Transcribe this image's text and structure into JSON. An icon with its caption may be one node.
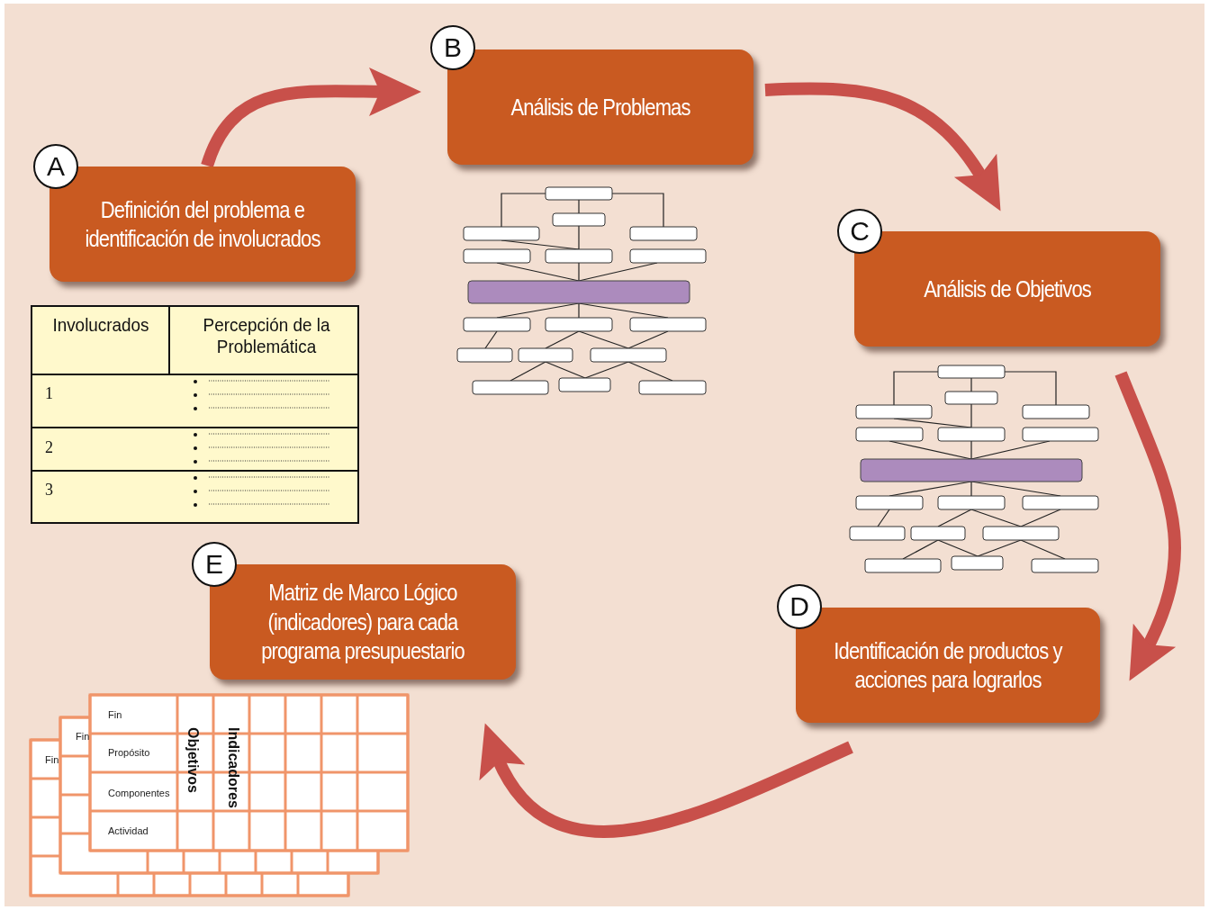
{
  "diagram": {
    "nodes": [
      {
        "text": [
          "A",
          "Definición del problema e identificación de involucrados"
        ]
      },
      {
        "text": [
          "B",
          "Análisis de Problemas"
        ]
      },
      {
        "text": [
          "C",
          "Análisis de Objetivos"
        ]
      },
      {
        "text": [
          "D",
          "Identificación de productos y acciones para lograrlos"
        ]
      },
      {
        "text": [
          "E",
          "Matriz de Marco Lógico (indicadores) para cada programa presupuestario"
        ]
      }
    ],
    "edges": [
      {
        "from": 0,
        "to": 1,
        "arrow": "to"
      },
      {
        "from": 1,
        "to": 2,
        "arrow": "to"
      },
      {
        "from": 2,
        "to": 3,
        "arrow": "to"
      },
      {
        "from": 3,
        "to": 4,
        "arrow": "to"
      }
    ],
    "labels": [
      "Involucrados",
      "Percepción de la Problemática",
      "1",
      "2",
      "3",
      "Fin",
      "Propósito",
      "Componentes",
      "Actividad",
      "Objetivos",
      "Indicadores",
      "Fin",
      "Fin"
    ]
  }
}
